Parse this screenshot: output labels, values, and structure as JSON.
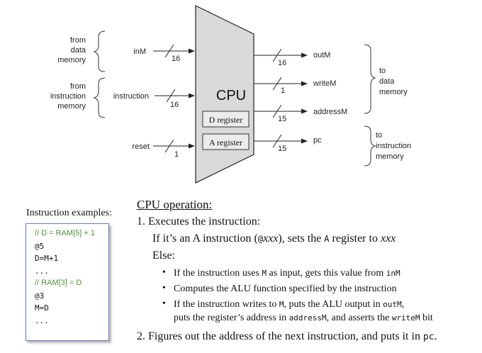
{
  "cpu": {
    "title": "CPU",
    "d_register": "D register",
    "a_register": "A register"
  },
  "inputs": {
    "data_memory_source": [
      "from",
      "data",
      "memory"
    ],
    "instruction_memory_source": [
      "from",
      "instruction",
      "memory"
    ],
    "inM": {
      "label": "inM",
      "width": "16"
    },
    "instruction": {
      "label": "instruction",
      "width": "16"
    },
    "reset": {
      "label": "reset",
      "width": "1"
    }
  },
  "outputs": {
    "outM": {
      "label": "outM",
      "width": "16"
    },
    "writeM": {
      "label": "writeM",
      "width": "1"
    },
    "addressM": {
      "label": "addressM",
      "width": "15"
    },
    "pc": {
      "label": "pc",
      "width": "15"
    },
    "data_memory_target": [
      "to",
      "data",
      "memory"
    ],
    "instruction_memory_target": [
      "to",
      "instruction",
      "memory"
    ]
  },
  "examples": {
    "title": "Instruction examples:",
    "lines": [
      {
        "text": "// D = RAM[5] + 1",
        "kind": "comment"
      },
      {
        "text": "@5",
        "kind": "code"
      },
      {
        "text": "D=M+1",
        "kind": "code"
      },
      {
        "text": "...",
        "kind": "code"
      },
      {
        "text": "// RAM[3] = D",
        "kind": "comment"
      },
      {
        "text": "@3",
        "kind": "code"
      },
      {
        "text": "M=D",
        "kind": "code"
      },
      {
        "text": "...",
        "kind": "code"
      }
    ]
  },
  "operation": {
    "title": "CPU operation:",
    "step1": "1. Executes the instruction:",
    "if_a_1": "If it’s an A instruction (",
    "if_a_at": "@",
    "if_a_xxx": "xxx",
    "if_a_2": "), sets the ",
    "if_a_reg": "A",
    "if_a_3": " register to ",
    "if_a_xxx2": "xxx",
    "else": "Else:",
    "b1_1": "If the instruction uses ",
    "b1_m": "M",
    "b1_2": " as input, gets this value from ",
    "b1_inm": "inM",
    "b2": "Computes the ALU function specified by the instruction",
    "b3_1": "If the instruction writes to ",
    "b3_m": "M",
    "b3_2": ", puts the ALU output in ",
    "b3_outm": "outM",
    "b3_3": ",",
    "b3b_1": "puts the register’s address in ",
    "b3b_addr": "addressM",
    "b3b_2": ", and asserts the ",
    "b3b_write": "writeM",
    "b3b_3": " bit",
    "step2_1": "2. Figures out the address of the next instruction, and puts it in ",
    "step2_pc": "pc",
    "step2_2": "."
  },
  "colors": {
    "cpu_fill": "#d9d9d9",
    "comment": "#4f8f3a",
    "box_border": "#6a7ab0"
  }
}
